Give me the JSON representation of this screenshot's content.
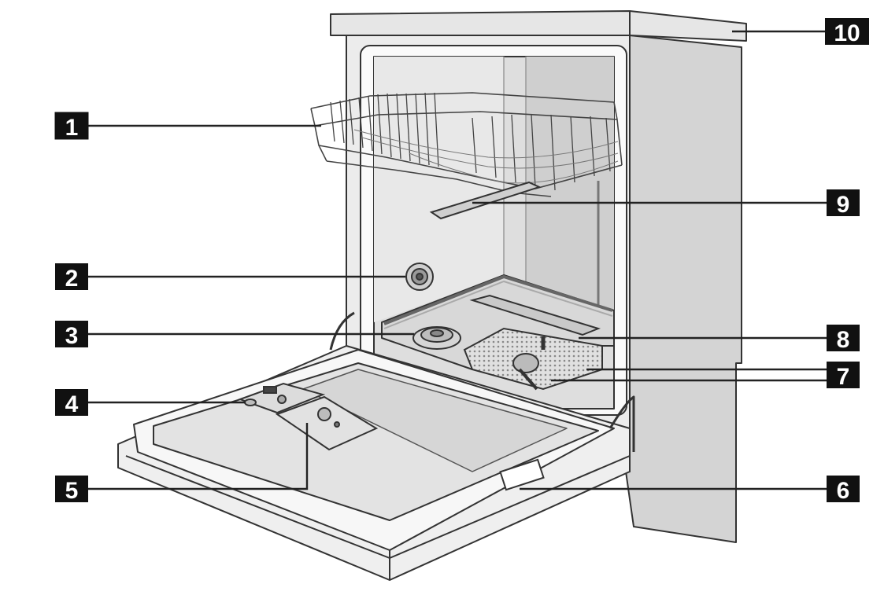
{
  "diagram": {
    "callouts": [
      {
        "label": "1",
        "part": "upper-basket"
      },
      {
        "label": "2",
        "part": "water-inlet"
      },
      {
        "label": "3",
        "part": "salt-container"
      },
      {
        "label": "4",
        "part": "rinse-aid-dispenser"
      },
      {
        "label": "5",
        "part": "detergent-dispenser"
      },
      {
        "label": "6",
        "part": "door-handle"
      },
      {
        "label": "7",
        "part": "filter"
      },
      {
        "label": "8",
        "part": "lower-spray-arm"
      },
      {
        "label": "9",
        "part": "upper-spray-arm"
      },
      {
        "label": "10",
        "part": "worktop"
      }
    ]
  }
}
